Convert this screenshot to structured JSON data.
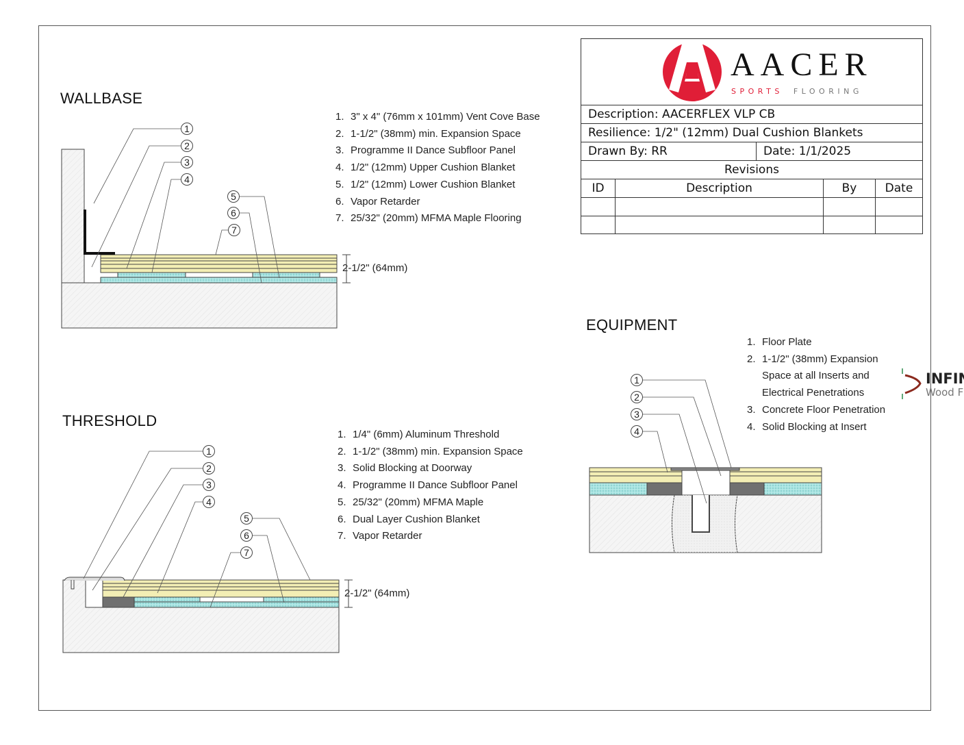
{
  "title_block": {
    "logo": {
      "brand": "AACER",
      "tagline_red": "SPORTS",
      "tagline_grey": "FLOORING",
      "color_red": "#e01e37"
    },
    "description": "Description: AACERFLEX VLP CB",
    "resilience": "Resilience: 1/2\" (12mm) Dual Cushion Blankets",
    "drawn_by": "Drawn By: RR",
    "date": "Date: 1/1/2025",
    "revisions_title": "Revisions",
    "revision_headers": [
      "ID",
      "Description",
      "By",
      "Date"
    ]
  },
  "wallbase": {
    "heading": "WALLBASE",
    "legend": [
      {
        "n": "1.",
        "text": "3\" x 4\" (76mm x 101mm) Vent Cove Base"
      },
      {
        "n": "2.",
        "text": "1-1/2\" (38mm) min. Expansion Space"
      },
      {
        "n": "3.",
        "text": "Programme II Dance Subfloor Panel"
      },
      {
        "n": "4.",
        "text": "1/2\" (12mm) Upper Cushion Blanket"
      },
      {
        "n": "5.",
        "text": "1/2\" (12mm) Lower Cushion Blanket"
      },
      {
        "n": "6.",
        "text": "Vapor Retarder"
      },
      {
        "n": "7.",
        "text": "25/32\" (20mm) MFMA Maple Flooring"
      }
    ],
    "dimension": "2-1/2\" (64mm)",
    "callouts": [
      "1",
      "2",
      "3",
      "4",
      "5",
      "6",
      "7"
    ]
  },
  "threshold": {
    "heading": "THRESHOLD",
    "legend": [
      {
        "n": "1.",
        "text": "1/4\" (6mm) Aluminum Threshold"
      },
      {
        "n": "2.",
        "text": "1-1/2\" (38mm) min. Expansion Space"
      },
      {
        "n": "3.",
        "text": "Solid Blocking at Doorway"
      },
      {
        "n": "4.",
        "text": "Programme II Dance Subfloor Panel"
      },
      {
        "n": "5.",
        "text": "25/32\" (20mm) MFMA Maple"
      },
      {
        "n": "6.",
        "text": "Dual Layer Cushion Blanket"
      },
      {
        "n": "7.",
        "text": "Vapor Retarder"
      }
    ],
    "dimension": "2-1/2\" (64mm)",
    "callouts": [
      "1",
      "2",
      "3",
      "4",
      "5",
      "6",
      "7"
    ]
  },
  "equipment": {
    "heading": "EQUIPMENT",
    "legend": [
      {
        "n": "1.",
        "text": "Floor Plate"
      },
      {
        "n": "2.",
        "text": "1-1/2\" (38mm) Expansion"
      },
      {
        "n": "",
        "text": "Space at all Inserts and"
      },
      {
        "n": "",
        "text": "Electrical Penetrations"
      },
      {
        "n": "3.",
        "text": "Concrete Floor Penetration"
      },
      {
        "n": "4.",
        "text": "Solid Blocking at Insert"
      }
    ],
    "callouts": [
      "1",
      "2",
      "3",
      "4"
    ]
  },
  "overlay_logo": {
    "line1": "INFIN",
    "line2": "Wood F",
    "color": "#8b2a1e"
  },
  "colors": {
    "wood": "#f3eeb4",
    "cushion": "#a6e3e0",
    "blocking": "#707070",
    "concrete": "#f4f4f4"
  }
}
